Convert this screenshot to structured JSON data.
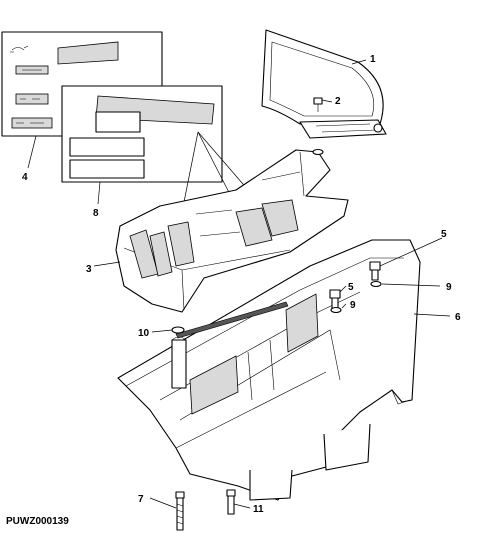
{
  "figure_id": "PUWZ000139",
  "callouts": {
    "c1": "1",
    "c2": "2",
    "c3": "3",
    "c4": "4",
    "c5a": "5",
    "c5b": "5",
    "c6": "6",
    "c7": "7",
    "c8": "8",
    "c9a": "9",
    "c9b": "9",
    "c10": "10",
    "c11": "11"
  }
}
